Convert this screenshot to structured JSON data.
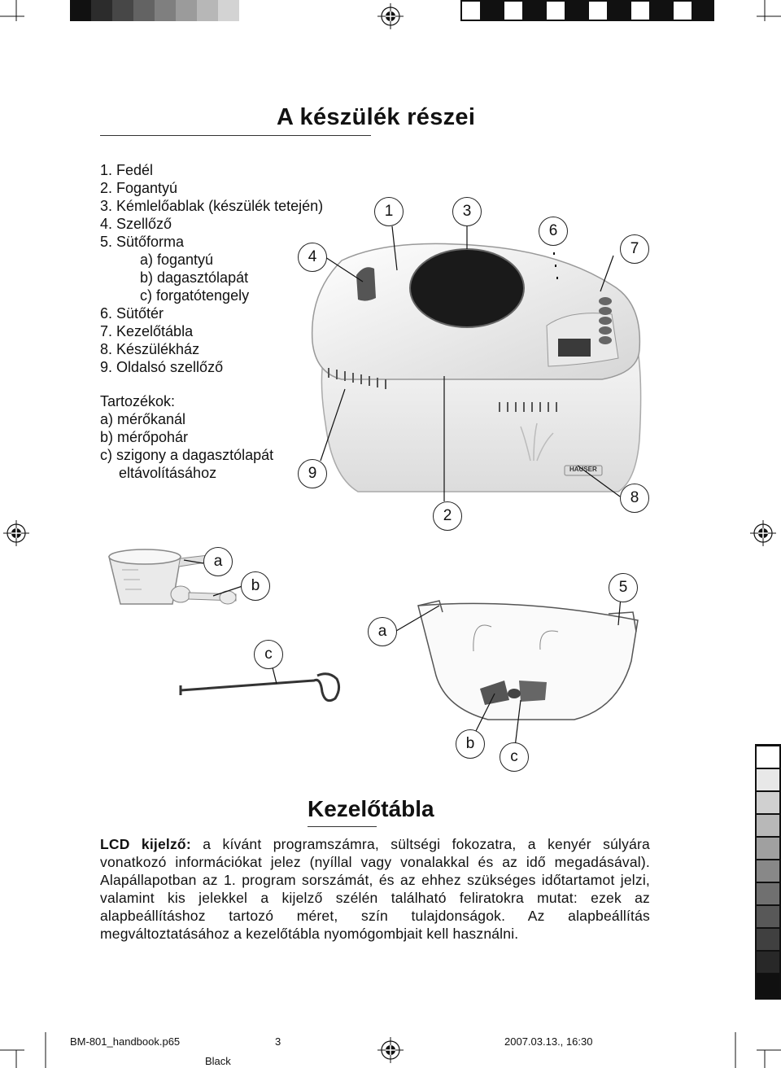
{
  "page": {
    "title": "A készülék részei",
    "parts_list": [
      "1. Fedél",
      "2. Fogantyú",
      "3. Kémlelőablak (készülék tetején)",
      "4. Szellőző",
      "5. Sütőforma",
      "a) fogantyú",
      "b) dagasztólapát",
      "c) forgatótengely",
      "6. Sütőtér",
      "7. Kezelőtábla",
      "8. Készülékház",
      "9. Oldalsó szellőző"
    ],
    "accessories_heading": "Tartozékok:",
    "accessories": [
      "a) mérőkanál",
      "b) mérőpohár",
      "c) szigony a dagasztólapát",
      "eltávolításához"
    ],
    "callouts": {
      "n1": "1",
      "n2": "2",
      "n3": "3",
      "n4": "4",
      "n5": "5",
      "n6": "6",
      "n7": "7",
      "n8": "8",
      "n9": "9",
      "acc_a": "a",
      "acc_b": "b",
      "acc_c": "c",
      "pan_a": "a",
      "pan_b": "b",
      "pan_c": "c"
    },
    "appliance_brand": "HAUSER",
    "section_title": "Kezelőtábla",
    "lcd_label": "LCD kijelző:",
    "lcd_text": " a kívánt programszámra, sültségi fokozatra, a kenyér súlyára vonatkozó információkat jelez (nyíllal vagy vonalakkal és az idő megadásával). Alapállapotban az 1. program sorszámát, és az ehhez szükséges időtartamot jelzi, valamint kis jelekkel a kijelző szélén található feliratokra mutat: ezek az alapbeállításhoz tartozó méret, szín tulajdonságok. Az alapbeállítás megváltoztatásához a kezelőtábla nyomógombjait kell használni.",
    "footer": {
      "file": "BM-801_handbook.p65",
      "page_number": "3",
      "date": "2007.03.13., 16:30",
      "color": "Black"
    },
    "colors": {
      "top_swatches": [
        "#111111",
        "#2c2c2c",
        "#474747",
        "#636363",
        "#7f7f7f",
        "#9b9b9b",
        "#b7b7b7",
        "#d3d3d3"
      ],
      "side_swatches": [
        "#ffffff",
        "#e8e8e8",
        "#d0d0d0",
        "#b8b8b8",
        "#a0a0a0",
        "#888888",
        "#707070",
        "#585858",
        "#404040",
        "#282828",
        "#101010"
      ]
    }
  }
}
